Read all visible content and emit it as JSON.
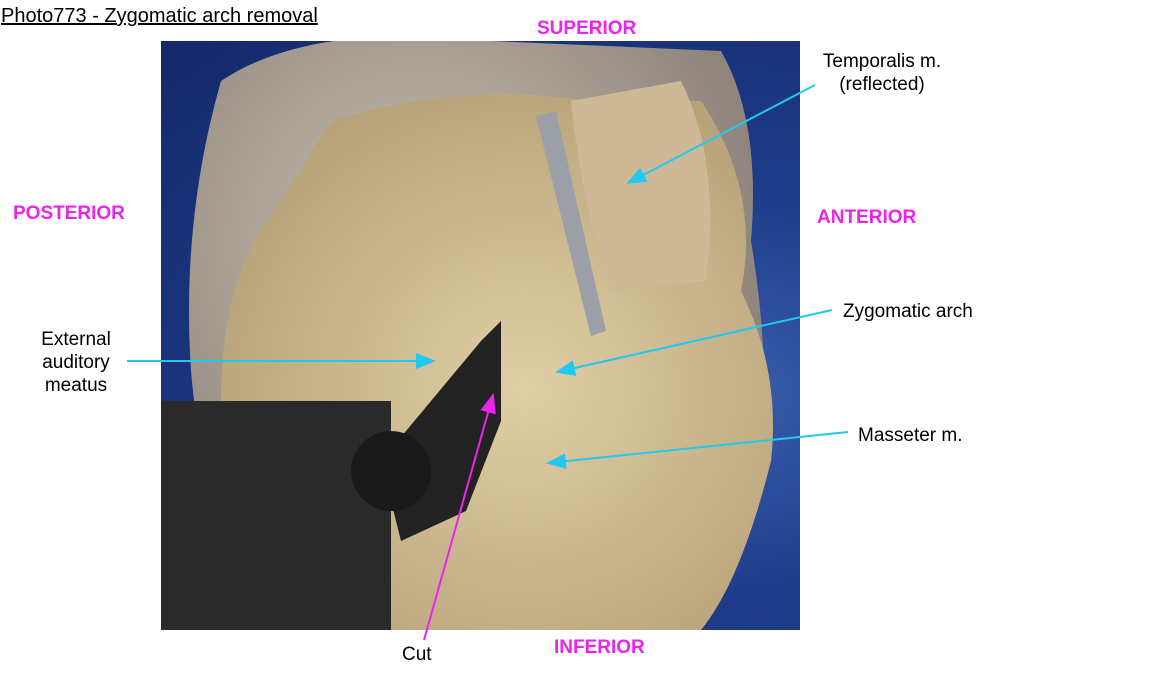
{
  "title": "Photo773 - Zygomatic arch removal",
  "directions": {
    "superior": "SUPERIOR",
    "inferior": "INFERIOR",
    "anterior": "ANTERIOR",
    "posterior": "POSTERIOR"
  },
  "labels": {
    "temporalis_line1": "Temporalis m.",
    "temporalis_line2": "(reflected)",
    "zygomatic": "Zygomatic arch",
    "masseter": "Masseter m.",
    "eam_line1": "External",
    "eam_line2": "auditory",
    "eam_line3": "meatus",
    "cut": "Cut"
  },
  "colors": {
    "direction": "#ee22ee",
    "leader": "#22c8f0",
    "cut_leader": "#ee22ee"
  }
}
